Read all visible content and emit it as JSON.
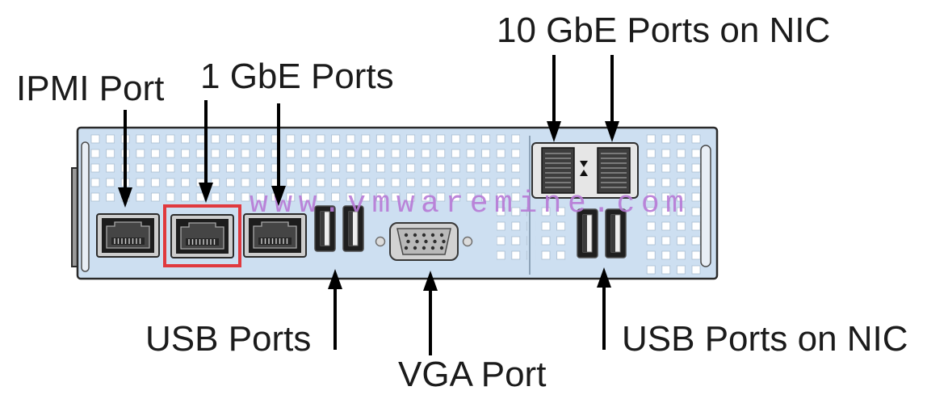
{
  "labels": {
    "ten_gbe_nic": "10 GbE Ports on NIC",
    "ipmi": "IPMI Port",
    "one_gbe": "1 GbE Ports",
    "usb": "USB Ports",
    "vga": "VGA Port",
    "usb_nic": "USB Ports on NIC"
  },
  "watermark": "www.vmwaremine.com",
  "colors": {
    "panel": "#cddff1",
    "perforation": "#ffffff",
    "highlight": "#e0393e",
    "watermark": "#b77ad6"
  }
}
